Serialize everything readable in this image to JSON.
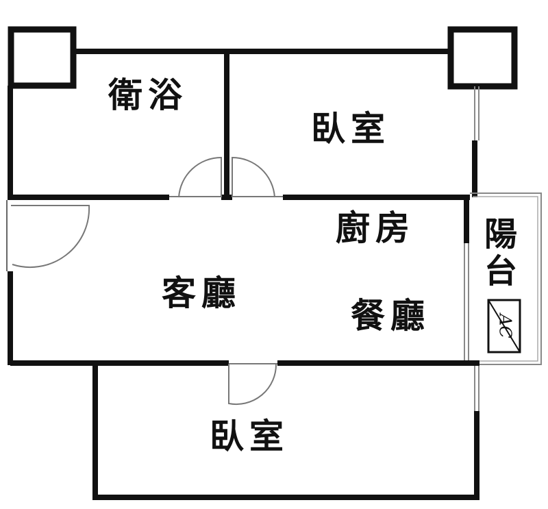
{
  "plan": {
    "colors": {
      "wall": "#111111",
      "line": "#666666",
      "background": "#ffffff"
    },
    "rooms": {
      "bathroom": "衛浴",
      "bedroom_top": "臥室",
      "kitchen": "廚房",
      "balcony_line1": "陽",
      "balcony_line2": "台",
      "living_room": "客廳",
      "dining_room": "餐廳",
      "bedroom_bottom": "臥室"
    },
    "ac_unit": {
      "label": "AC",
      "icon": "air-conditioner-icon"
    }
  }
}
